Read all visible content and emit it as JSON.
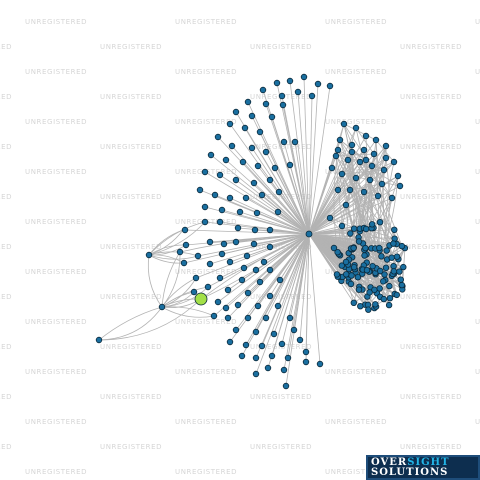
{
  "watermark_text": "UNREGISTERED",
  "logo": {
    "line1_part1": "OVER",
    "line1_part2": "SIGHT",
    "line2": "SOLUTIONS",
    "color_dark": "#0d2e4f",
    "color_accent": "#22b5e8"
  },
  "graph": {
    "node_color": "#1a6fa0",
    "highlight_node_color": "#a3e048",
    "edge_color": "#b3b3b3",
    "highlighted_node_count": 1
  }
}
